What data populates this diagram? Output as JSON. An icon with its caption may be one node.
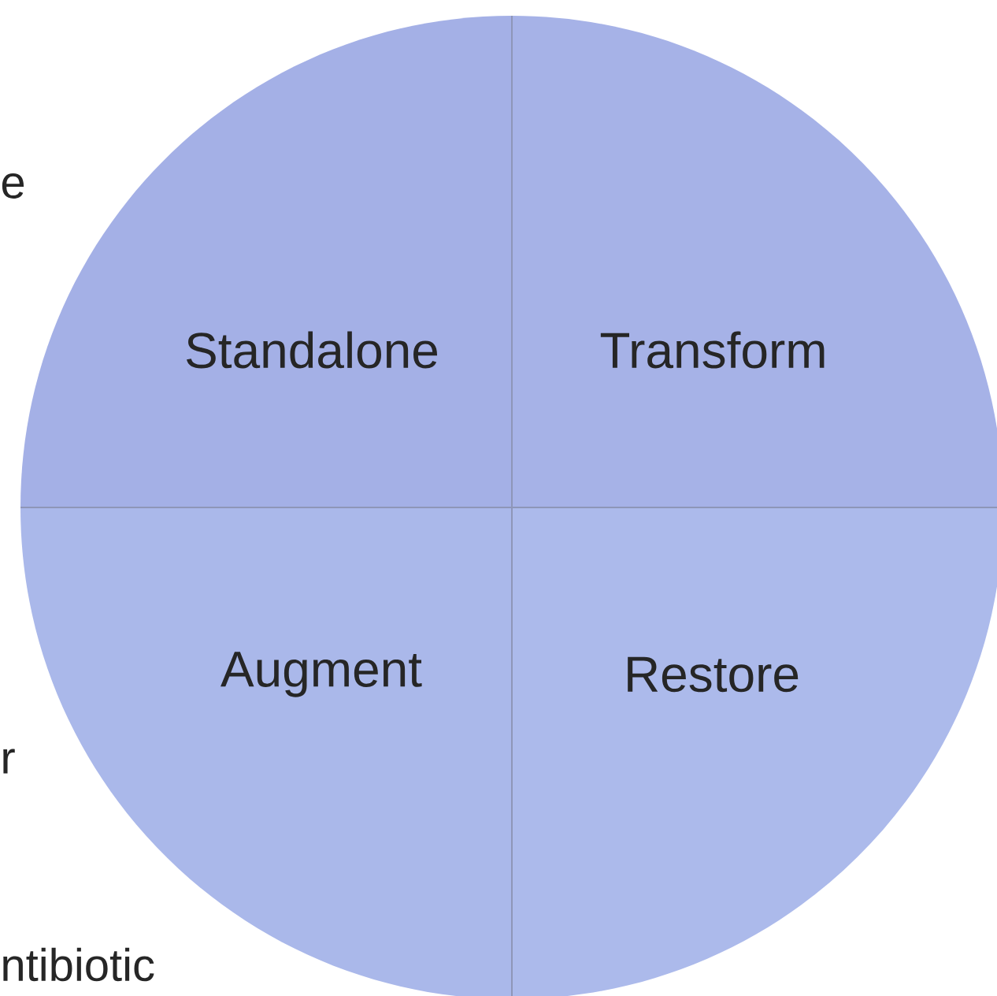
{
  "diagram": {
    "nodes": [
      {
        "text": [
          "Standalone"
        ]
      },
      {
        "text": [
          "Transform"
        ]
      },
      {
        "text": [
          "Augment"
        ]
      },
      {
        "text": [
          "Restore"
        ]
      }
    ],
    "labels": [
      "e",
      "r",
      "ntibiotic"
    ]
  }
}
